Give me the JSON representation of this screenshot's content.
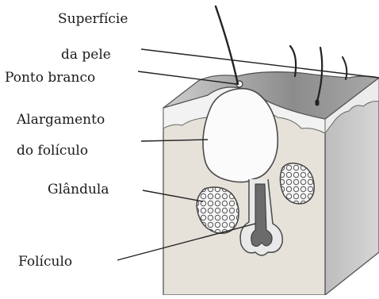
{
  "diagram": {
    "labels": [
      {
        "id": "superficie-1",
        "text": "Superfície"
      },
      {
        "id": "superficie-2",
        "text": "da pele"
      },
      {
        "id": "ponto-branco",
        "text": "Ponto branco"
      },
      {
        "id": "alargamento-1",
        "text": "Alargamento"
      },
      {
        "id": "alargamento-2",
        "text": "do folículo"
      },
      {
        "id": "glandula",
        "text": "Glândula"
      },
      {
        "id": "foliculo",
        "text": "Folículo"
      }
    ]
  }
}
